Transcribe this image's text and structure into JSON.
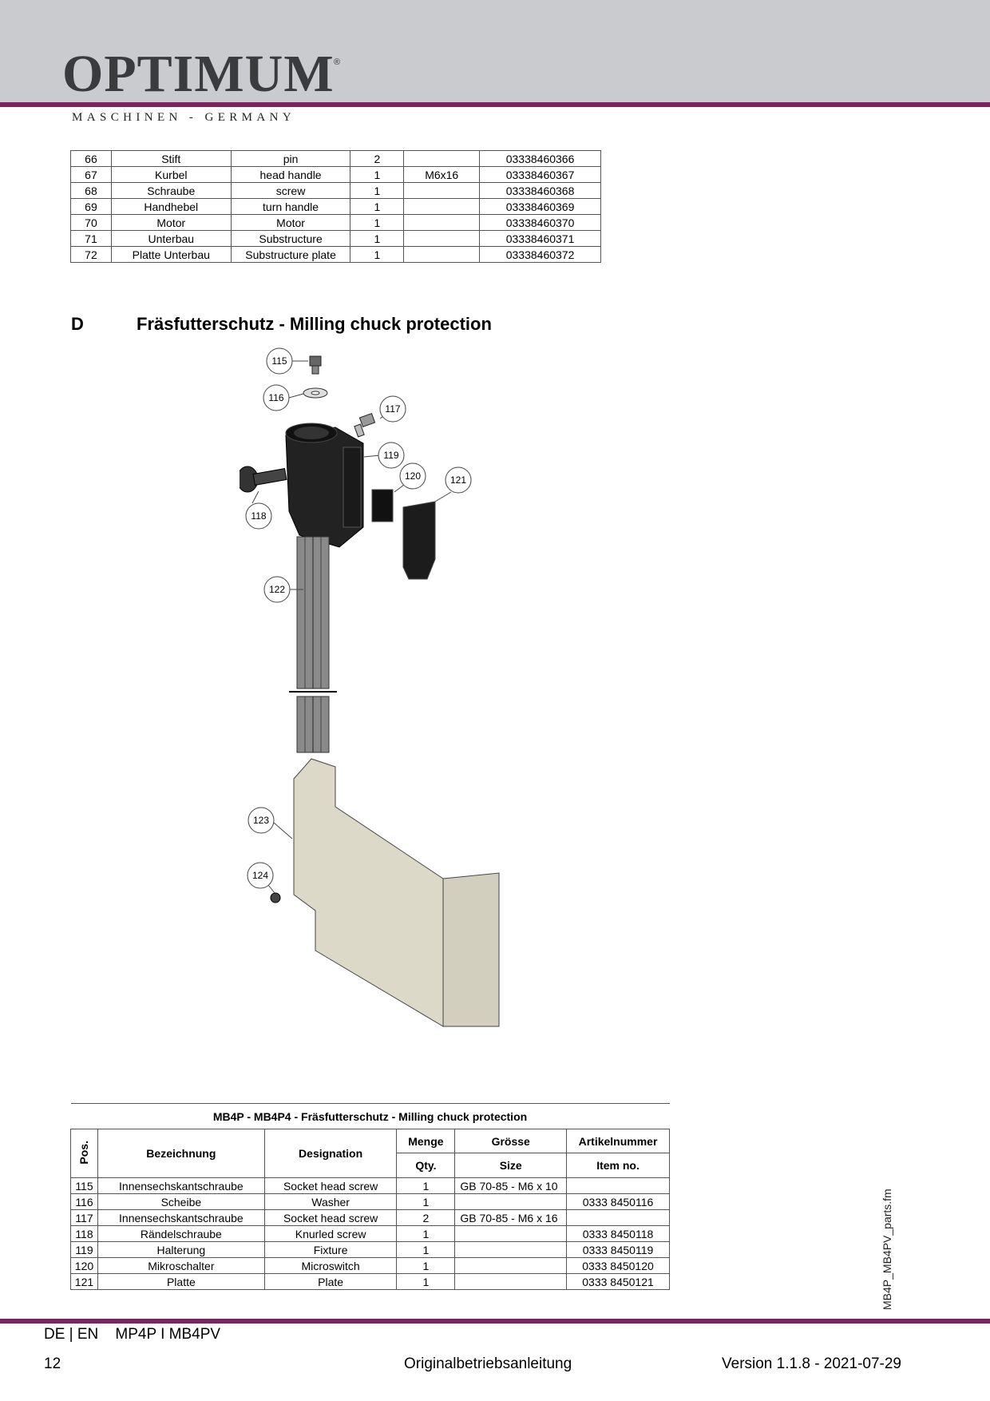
{
  "header": {
    "logo": "OPTIMUM",
    "logo_reg": "®",
    "logo_sub": "MASCHINEN - GERMANY"
  },
  "top_table": {
    "rows": [
      [
        "66",
        "Stift",
        "pin",
        "2",
        "",
        "03338460366"
      ],
      [
        "67",
        "Kurbel",
        "head handle",
        "1",
        "M6x16",
        "03338460367"
      ],
      [
        "68",
        "Schraube",
        "screw",
        "1",
        "",
        "03338460368"
      ],
      [
        "69",
        "Handhebel",
        "turn handle",
        "1",
        "",
        "03338460369"
      ],
      [
        "70",
        "Motor",
        "Motor",
        "1",
        "",
        "03338460370"
      ],
      [
        "71",
        "Unterbau",
        "Substructure",
        "1",
        "",
        "03338460371"
      ],
      [
        "72",
        "Platte Unterbau",
        "Substructure plate",
        "1",
        "",
        "03338460372"
      ]
    ]
  },
  "section": {
    "letter": "D",
    "title": "Fräsfutterschutz - Milling chuck protection"
  },
  "drawing": {
    "callouts": [
      "115",
      "116",
      "117",
      "118",
      "119",
      "120",
      "121",
      "122",
      "123",
      "124"
    ]
  },
  "parts_table": {
    "caption": "MB4P - MB4P4 - Fräsfutterschutz - Milling chuck protection",
    "headers": {
      "pos": "Pos.",
      "bezeichnung": "Bezeichnung",
      "designation": "Designation",
      "menge": "Menge",
      "qty": "Qty.",
      "groesse": "Grösse",
      "size": "Size",
      "artikelnummer": "Artikelnummer",
      "item_no": "Item no."
    },
    "rows": [
      [
        "115",
        "Innensechskantschraube",
        "Socket head screw",
        "1",
        "GB 70-85 - M6 x 10",
        ""
      ],
      [
        "116",
        "Scheibe",
        "Washer",
        "1",
        "",
        "0333 8450116"
      ],
      [
        "117",
        "Innensechskantschraube",
        "Socket head screw",
        "2",
        "GB 70-85 - M6 x 16",
        ""
      ],
      [
        "118",
        "Rändelschraube",
        "Knurled screw",
        "1",
        "",
        "0333 8450118"
      ],
      [
        "119",
        "Halterung",
        "Fixture",
        "1",
        "",
        "0333 8450119"
      ],
      [
        "120",
        "Mikroschalter",
        "Microswitch",
        "1",
        "",
        "0333 8450120"
      ],
      [
        "121",
        "Platte",
        "Plate",
        "1",
        "",
        "0333 8450121"
      ]
    ]
  },
  "side_filename": "MB4P_MB4PV_parts.fm",
  "footer": {
    "lang_model": "DE | EN    MP4P I MB4PV",
    "page": "12",
    "center": "Originalbetriebsanleitung",
    "version": "Version 1.1.8 - 2021-07-29"
  },
  "colors": {
    "header_band": "#c9cbce",
    "accent_line": "#7d2160",
    "logo": "#3a3b3d"
  }
}
